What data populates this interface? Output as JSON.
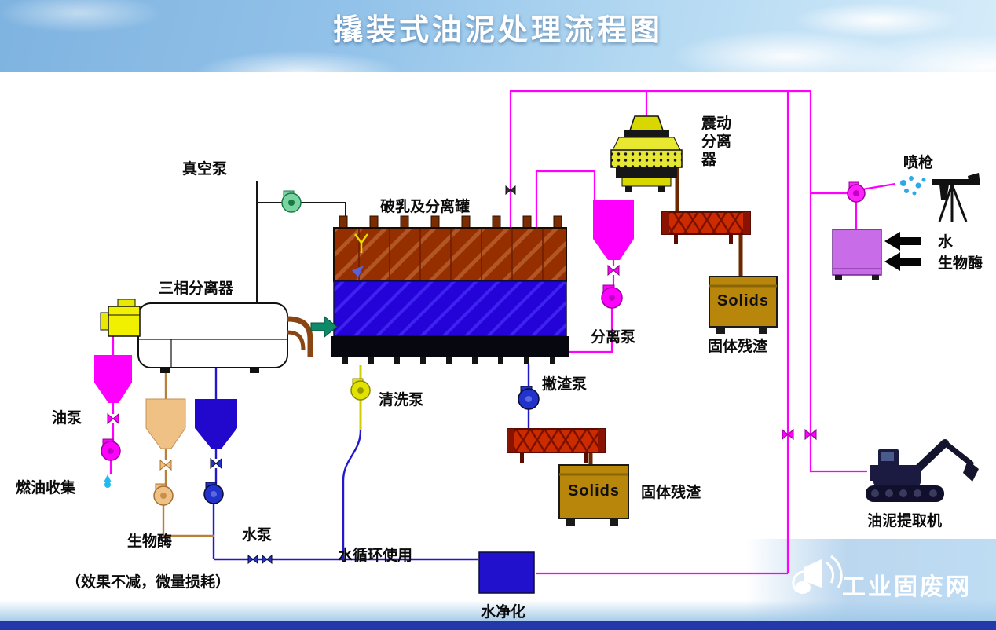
{
  "title": "撬装式油泥处理流程图",
  "watermark": "工业固废网",
  "note": "（效果不减，微量损耗）",
  "labels": {
    "vacuum_pump": "真空泵",
    "demulsification_tank": "破乳及分离罐",
    "vibrating_separator": "震动分离器",
    "spray_gun": "喷枪",
    "three_phase_separator": "三相分离器",
    "oil_pump": "油泵",
    "fuel_oil_collection": "燃油收集",
    "bio_enzyme_left": "生物酶",
    "water_pump": "水泵",
    "cleaning_pump": "清洗泵",
    "separation_pump": "分离泵",
    "skimming_pump": "撇渣泵",
    "solids_top": "Solids",
    "solid_residue_top": "固体残渣",
    "solids_bottom": "Solids",
    "solid_residue_bottom": "固体残渣",
    "water_in": "水",
    "bio_enzyme_right": "生物酶",
    "water_recycle": "水循环使用",
    "water_purification": "水净化",
    "sludge_extractor": "油泥提取机"
  },
  "colors": {
    "pipe_magenta": "#FF00FF",
    "pipe_blue": "#2218CC",
    "tank_top_brown": "#952F00",
    "tank_liquid_blue": "#2403D9",
    "separator_yellow": "#E8E830",
    "solids_box_gold": "#B8860B",
    "hopper_tan": "#EFC184",
    "purple_tank": "#C86CE8",
    "footer_bar_blue": "#2438AA",
    "title_text": "#FFFFFF"
  }
}
